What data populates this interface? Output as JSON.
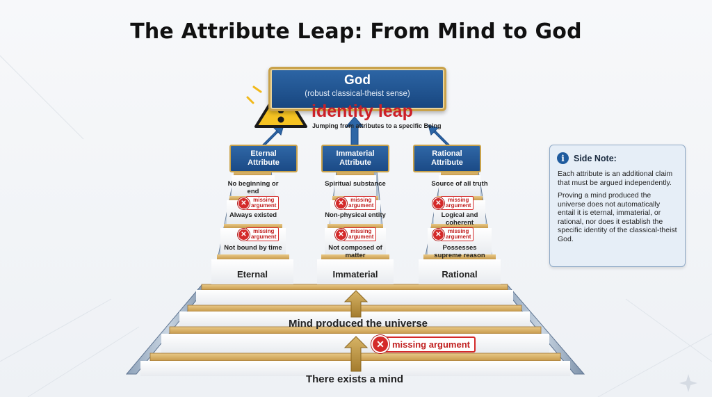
{
  "title": "The Attribute Leap: From Mind to God",
  "god": {
    "title": "God",
    "subtitle": "(robust classical-theist sense)"
  },
  "identity_leap": {
    "title": "identity leap",
    "subtitle": "Jumping from attributes to a specific Being"
  },
  "attributes": [
    {
      "head_line1": "Eternal",
      "head_line2": "Attribute",
      "steps": [
        "No beginning or end",
        "Always existed",
        "Not bound by time"
      ],
      "base": "Eternal"
    },
    {
      "head_line1": "Immaterial",
      "head_line2": "Attribute",
      "steps": [
        "Spiritual substance",
        "Non-physical entity",
        "Not composed of matter"
      ],
      "base": "Immaterial"
    },
    {
      "head_line1": "Rational",
      "head_line2": "Attribute",
      "steps": [
        "Source of all truth",
        "Logical and coherent",
        "Possesses supreme reason"
      ],
      "base": "Rational"
    }
  ],
  "missing_small_line1": "missing",
  "missing_small_line2": "argument",
  "missing_argument": "missing argument",
  "mind_produced": "Mind produced the universe",
  "exists_mind": "There exists a mind",
  "side_note": {
    "title": "Side Note:",
    "p1": "Each attribute is an additional claim that must be argued independently.",
    "p2": "Proving a mind produced the universe does not automatically entail it is eternal, immaterial, or rational, nor does it establish the specific identity of the classical-theist God."
  },
  "colors": {
    "blue": "#1f5b9e",
    "gold": "#c9a24a",
    "red": "#d42a2a"
  }
}
